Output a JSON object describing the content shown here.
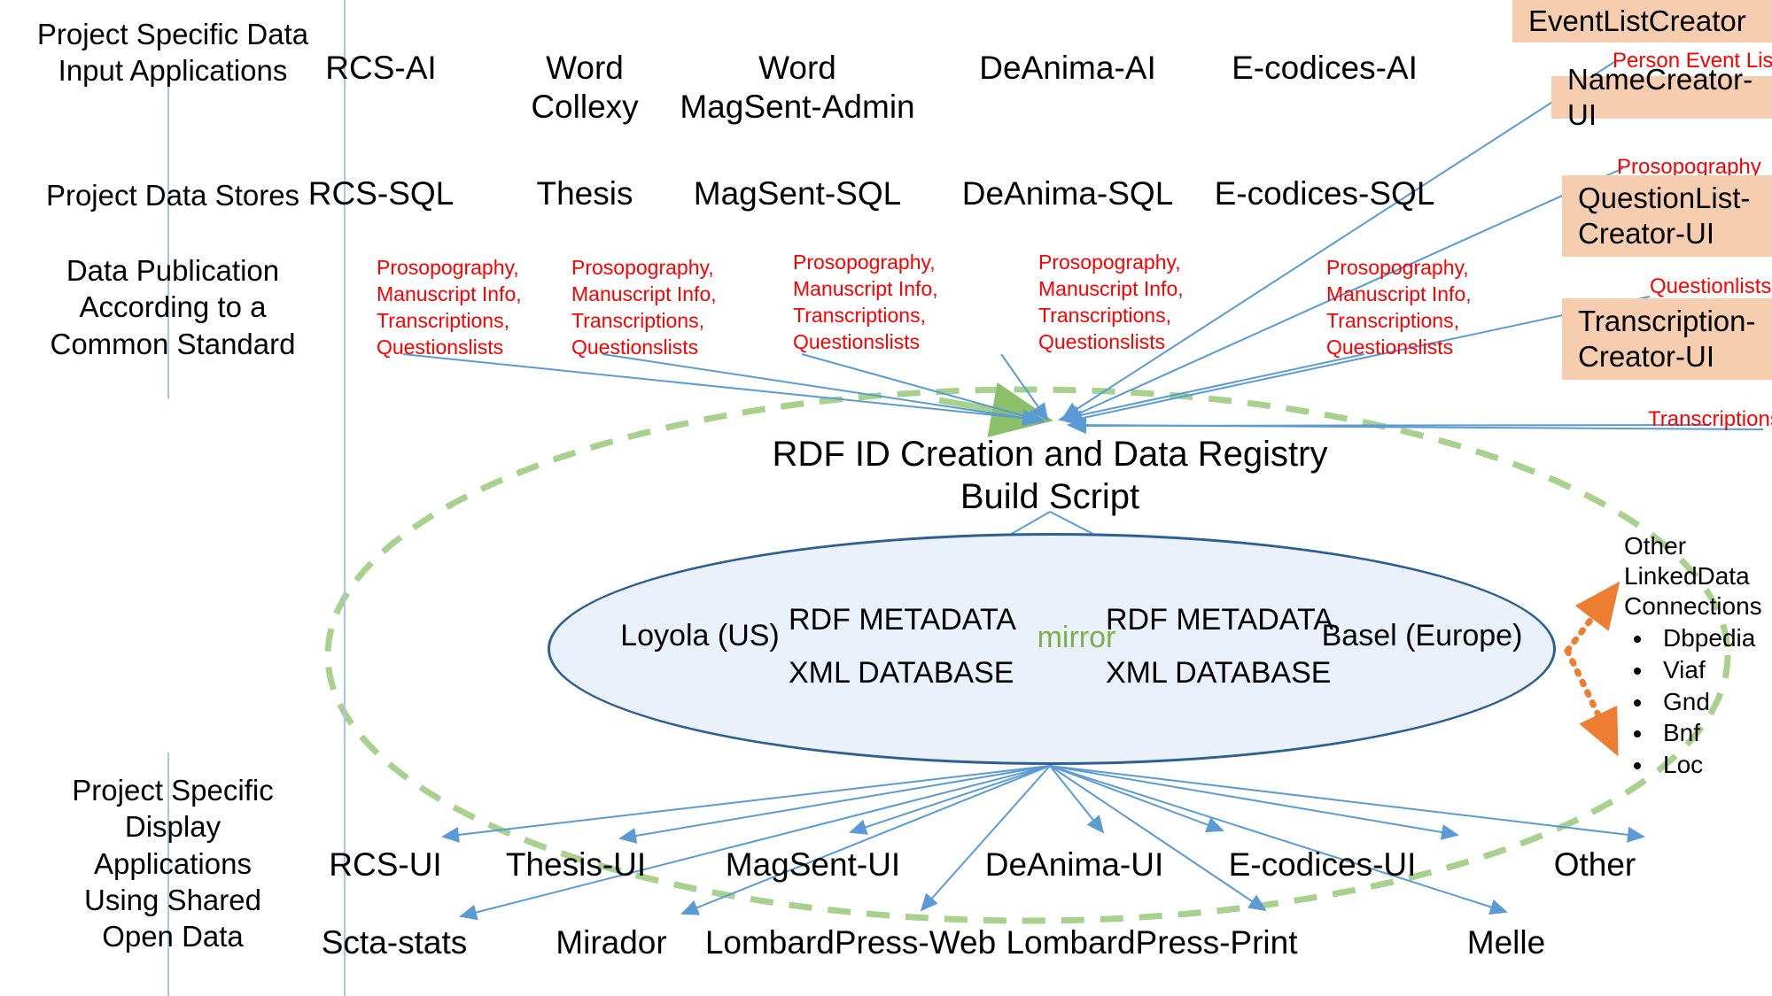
{
  "colors": {
    "accent_box": "#F7CDAF",
    "red_label": "#FF0000",
    "arrow_blue": "#5B9BD5",
    "ellipse_border": "#2E5F91",
    "ellipse_fill": "#EAF1FA",
    "green_dashed": "#A9D18E",
    "orange_dotted": "#ED7D31",
    "divider": "#A8C6E8"
  },
  "sidebar": {
    "items": [
      {
        "label": "Project Specific Data\nInput Applications"
      },
      {
        "label": "Project Data Stores"
      },
      {
        "label": "Data Publication\nAccording to a\nCommon Standard"
      },
      {
        "label": "Project Specific\nDisplay\nApplications\nUsing Shared\nOpen Data"
      }
    ]
  },
  "input_applications": [
    {
      "label": "RCS-AI"
    },
    {
      "label": "Word\nCollexy"
    },
    {
      "label": "Word\nMagSent-Admin"
    },
    {
      "label": "DeAnima-AI"
    },
    {
      "label": "E-codices-AI"
    }
  ],
  "data_stores": [
    {
      "label": "RCS-SQL"
    },
    {
      "label": "Thesis"
    },
    {
      "label": "MagSent-SQL"
    },
    {
      "label": "DeAnima-SQL"
    },
    {
      "label": "E-codices-SQL"
    }
  ],
  "published_data": [
    {
      "label": "Prosopography,\nManuscript Info,\nTranscriptions,\nQuestionslists"
    },
    {
      "label": "Prosopography,\nManuscript Info,\nTranscriptions,\nQuestionslists"
    },
    {
      "label": "Prosopography,\nManuscript Info,\nTranscriptions,\nQuestionslists"
    },
    {
      "label": "Prosopography,\nManuscript Info,\nTranscriptions,\nQuestionslists"
    },
    {
      "label": "Prosopography,\nManuscript Info,\nTranscriptions,\nQuestionslists"
    }
  ],
  "creator_tools": [
    {
      "box_label": "EventListCreator",
      "data_label": "Person Event List"
    },
    {
      "box_label": "NameCreator-UI",
      "data_label": "Prosopography"
    },
    {
      "box_label": "QuestionList-\nCreator-UI",
      "data_label": "Questionlists"
    },
    {
      "box_label": "Transcription-\nCreator-UI",
      "data_label": "Transcriptions"
    }
  ],
  "registry": {
    "title": "RDF ID Creation and Data Registry",
    "subtitle": "Build Script"
  },
  "repository": {
    "left_site": "Loyola (US)",
    "right_site": "Basel (Europe)",
    "left_stack": {
      "line1": "RDF METADATA",
      "line2": "XML DATABASE"
    },
    "right_stack": {
      "line1": "RDF METADATA",
      "line2": "XML DATABASE"
    },
    "mirror_label": "mirror"
  },
  "linked_data": {
    "title": "Other\nLinkedData\nConnections",
    "items": [
      "Dbpedia",
      "Viaf",
      "Gnd",
      "Bnf",
      "Loc"
    ]
  },
  "display_applications_row1": [
    {
      "label": "RCS-UI"
    },
    {
      "label": "Thesis-UI"
    },
    {
      "label": "MagSent-UI"
    },
    {
      "label": "DeAnima-UI"
    },
    {
      "label": "E-codices-UI"
    },
    {
      "label": "Other"
    }
  ],
  "display_applications_row2": [
    {
      "label": "Scta-stats"
    },
    {
      "label": "Mirador"
    },
    {
      "label": "LombardPress-Web"
    },
    {
      "label": "LombardPress-Print"
    },
    {
      "label": "Melle"
    }
  ]
}
